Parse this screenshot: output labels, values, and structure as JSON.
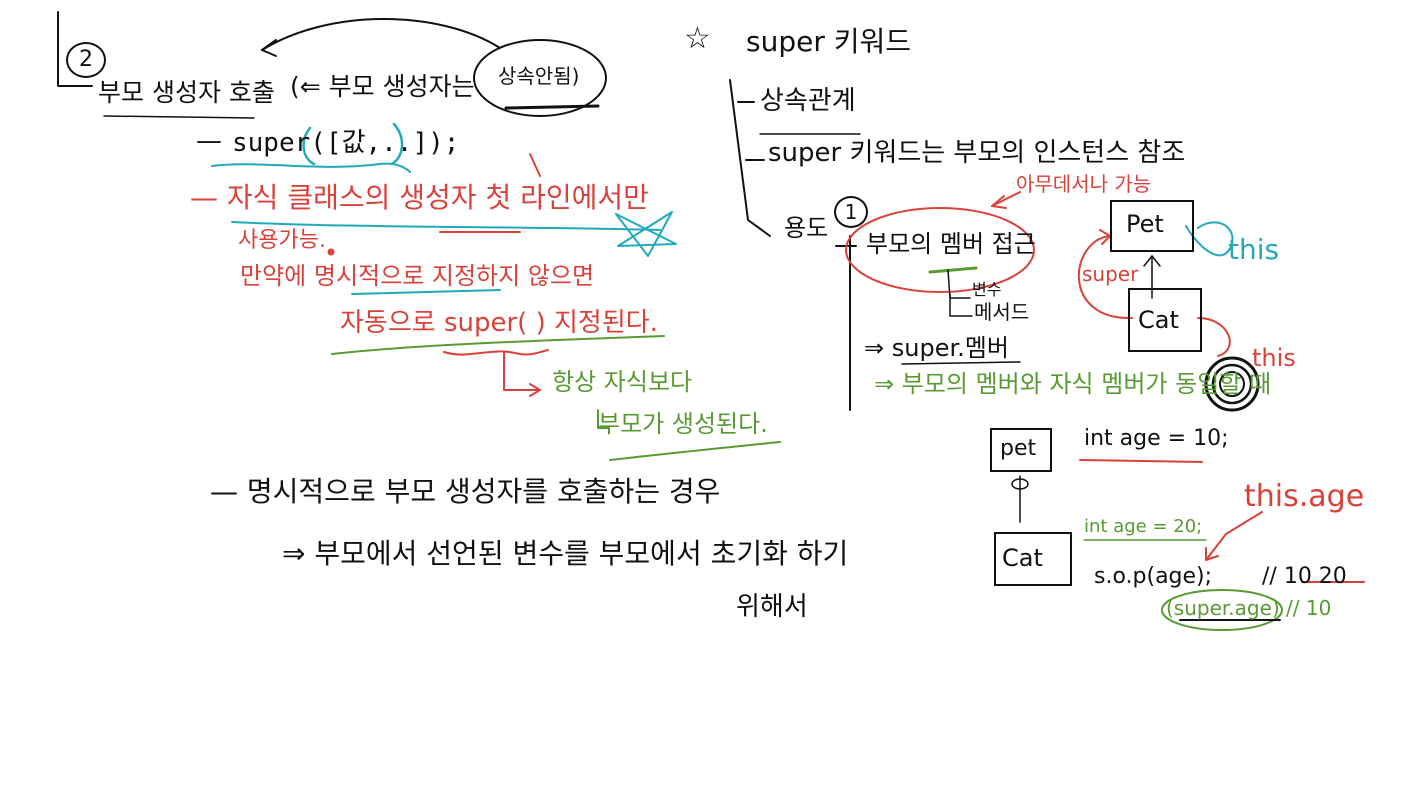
{
  "left": {
    "section_number": "2",
    "heading": "부모 생성자 호출",
    "heading_note": "(⇐ 부모 생성자는",
    "heading_note_circled": "상속안됨)",
    "syntax_dash": "—",
    "syntax": "super([값,..]);",
    "rule_line1": "— 자식 클래스의 생성자 첫 라인에서만",
    "rule_line2": "사용가능.",
    "rule_line3": "만약에 명시적으로 지정하지 않으면",
    "rule_line4": "자동으로 super( ) 지정된다.",
    "always_line1": "항상 자식보다",
    "always_line2": "부모가 생성된다.",
    "explicit_heading": "— 명시적으로 부모 생성자를 호출하는 경우",
    "explicit_reason": "⇒ 부모에서 선언된 변수를 부모에서 초기화 하기",
    "explicit_reason2": "위해서"
  },
  "right": {
    "star": "☆",
    "title": "super 키워드",
    "item1": "상속관계",
    "item2": "super 키워드는 부모의 인스턴스 참조",
    "usage_label": "용도",
    "usage_number": "1",
    "member_access": "부모의 멤버 접근",
    "red_note": "아무데서나 가능",
    "member_var": "변수",
    "member_method": "메서드",
    "super_member": "⇒ super.멤버",
    "green_note": "⇒ 부모의 멤버와 자식 멤버가 동일할 때",
    "diagram1": {
      "parent": "Pet",
      "child": "Cat",
      "super_label": "super",
      "this_top": "this",
      "this_right": "this"
    },
    "diagram2": {
      "parent": "pet",
      "child": "Cat",
      "parent_code": "int age = 10;",
      "child_code": "int age = 20;",
      "print_code": "s.o.p(age);",
      "print_comment": "// 10 20",
      "this_age": "this.age",
      "super_age": "(super.age) // 10"
    }
  }
}
